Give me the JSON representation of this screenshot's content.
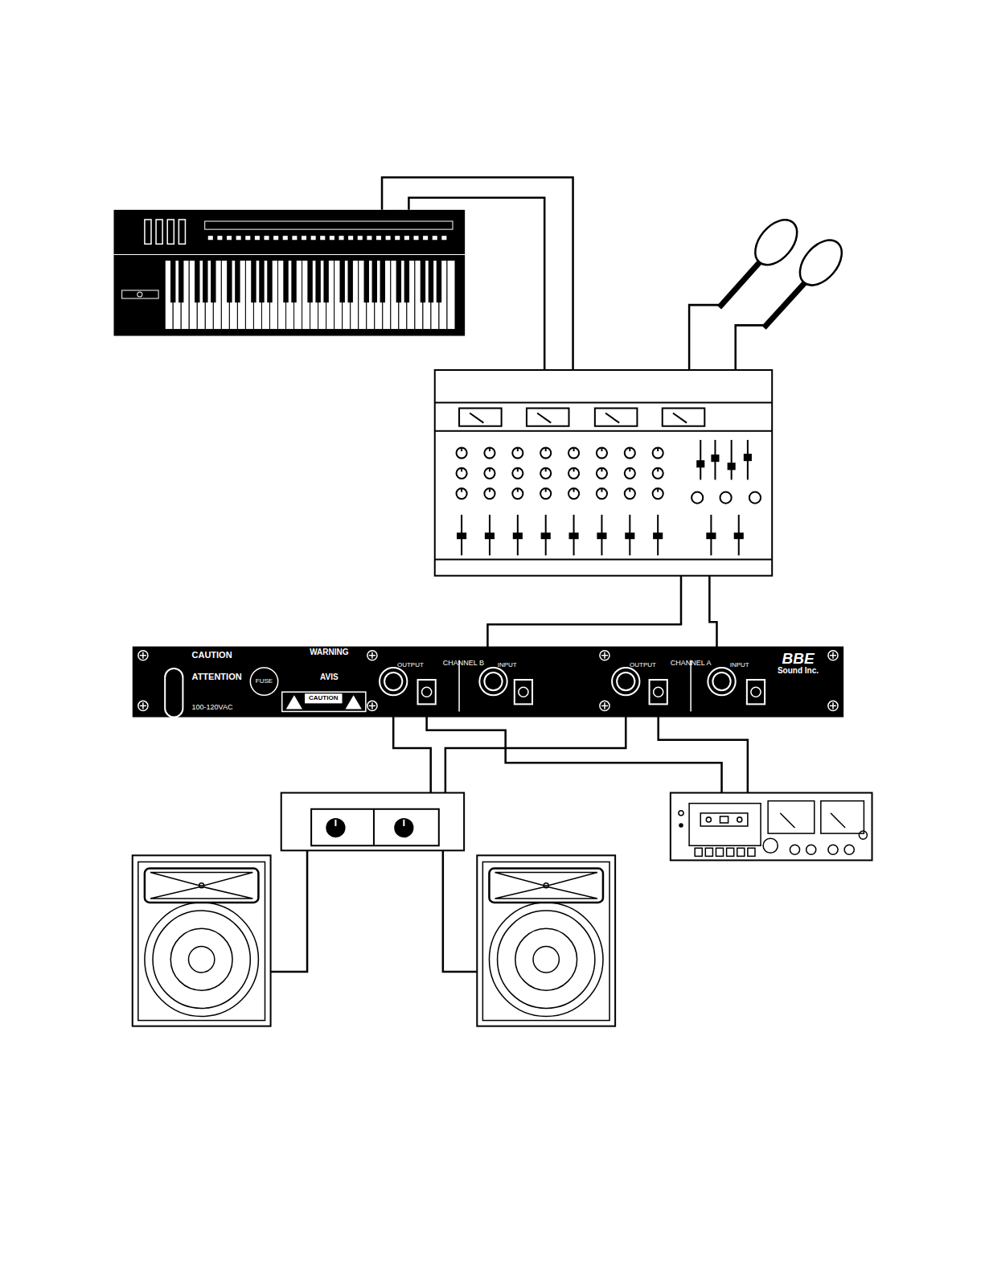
{
  "diagram": {
    "nodes": [
      {
        "text": [
          "CAUTION",
          "ATTENTION",
          "100-120VAC",
          "FUSE",
          "WARNING",
          "AVIS",
          "CAUTION",
          "OUTPUT",
          "CHANNEL B",
          "INPUT",
          "OUTPUT",
          "CHANNEL A",
          "INPUT",
          "BBE",
          "Sound Inc."
        ]
      }
    ]
  }
}
